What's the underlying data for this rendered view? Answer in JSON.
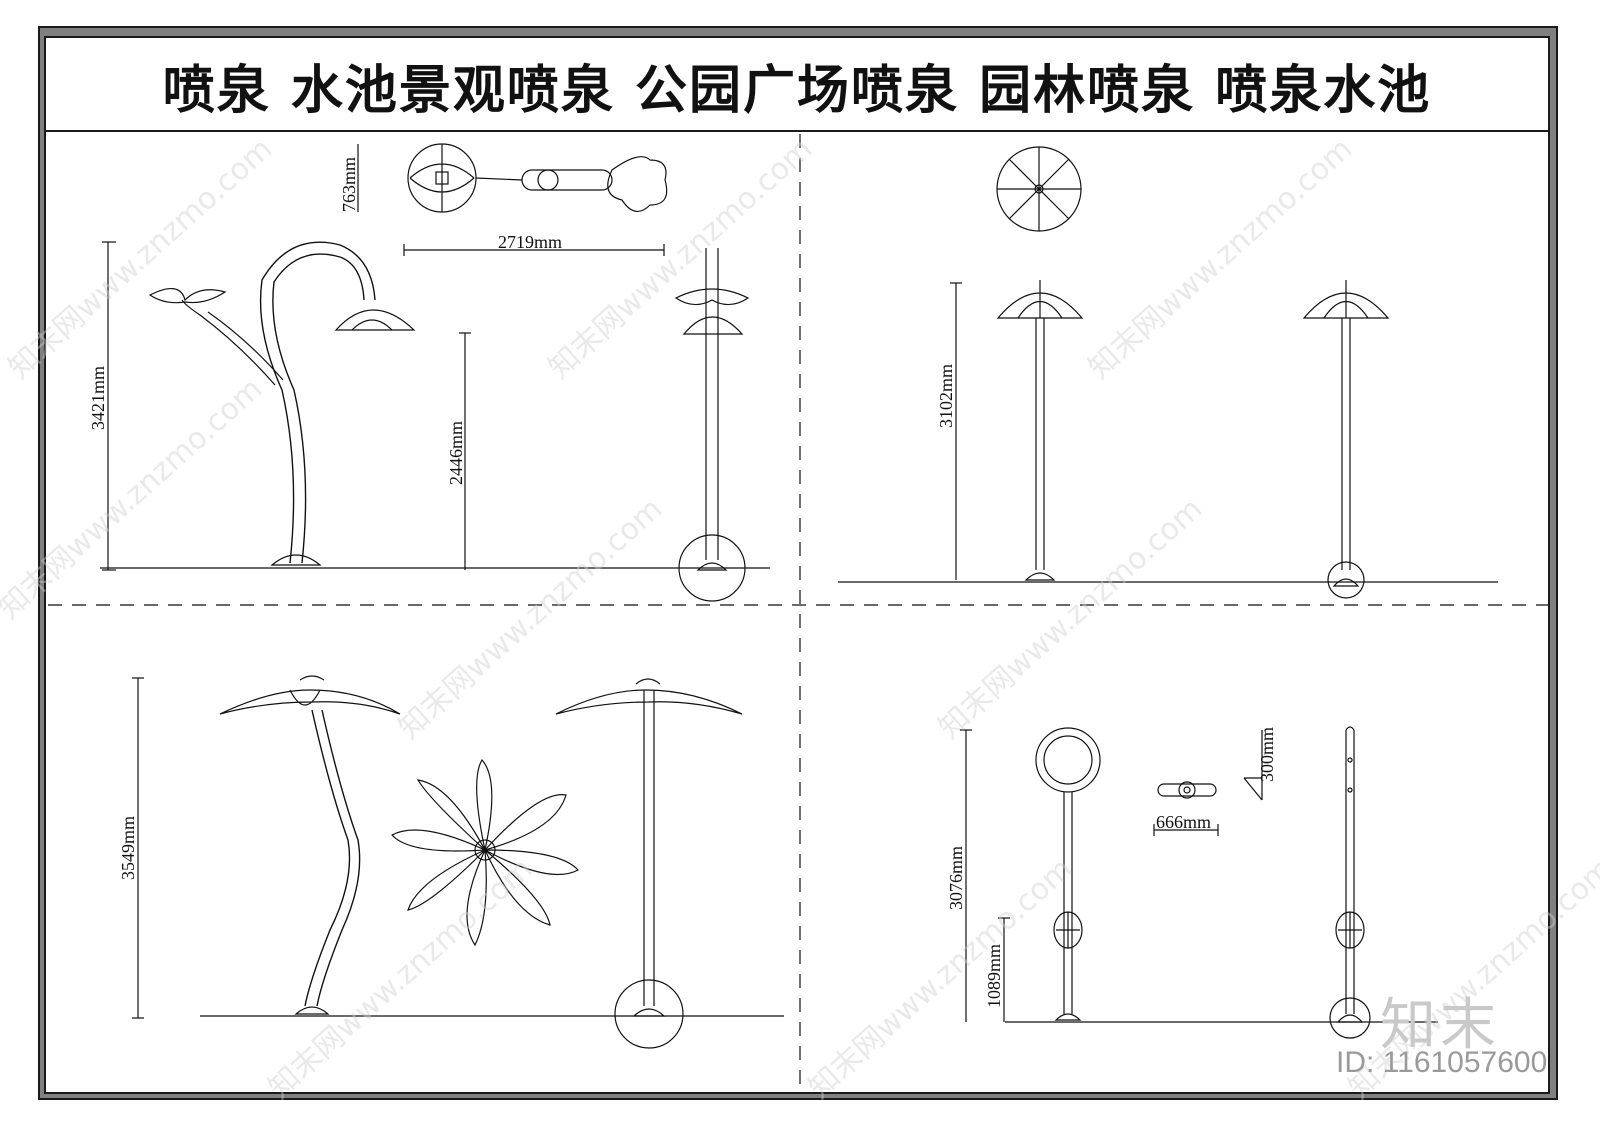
{
  "title": "喷泉  水池景观喷泉  公园广场喷泉 园林喷泉  喷泉水池",
  "watermark_text": "知末网www.znzmo.com",
  "logo_text": "知末",
  "id_label": "ID: 1161057600",
  "dims": {
    "d763": "763mm",
    "d2719": "2719mm",
    "d3421": "3421mm",
    "d2446": "2446mm",
    "d3102": "3102mm",
    "d3549": "3549mm",
    "d3076": "3076mm",
    "d1089": "1089mm",
    "d300": "300mm",
    "d666": "666mm"
  },
  "colors": {
    "line": "#111111",
    "frame": "#808080",
    "watermark": "#cfcfcf"
  }
}
